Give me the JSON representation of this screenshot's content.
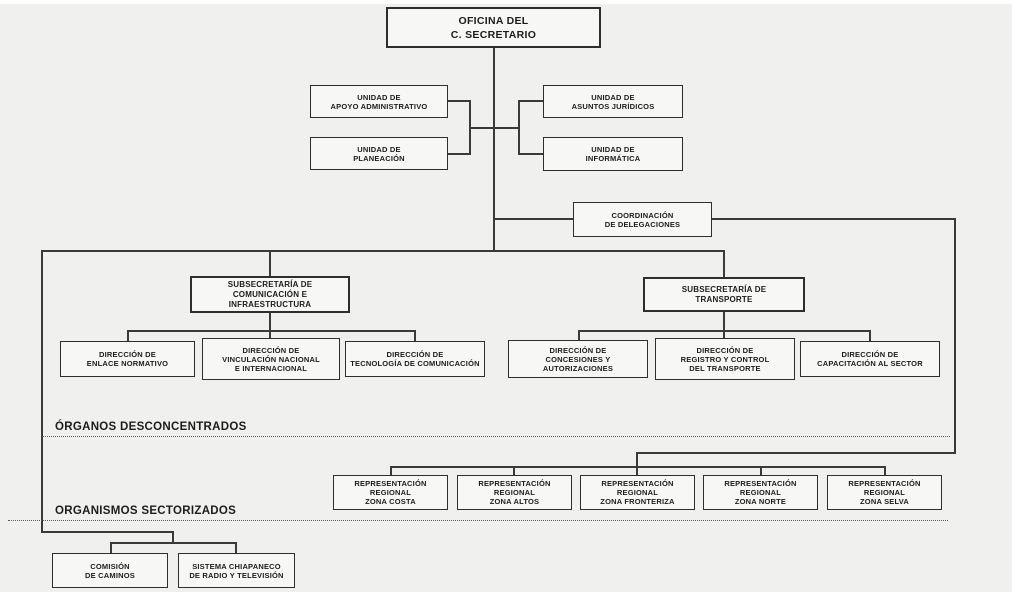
{
  "org": {
    "oficina": "OFICINA DEL\nC. SECRETARIO",
    "unidad_apoyo": "UNIDAD DE\nAPOYO ADMINISTRATIVO",
    "unidad_juridicos": "UNIDAD DE\nASUNTOS JURÍDICOS",
    "unidad_planeacion": "UNIDAD DE\nPLANEACIÓN",
    "unidad_informatica": "UNIDAD DE\nINFORMÁTICA",
    "coordinacion_delegaciones": "COORDINACIÓN\nDE DELEGACIONES",
    "subsecretaria_comunicacion": "SUBSECRETARÍA DE\nCOMUNICACIÓN E\nINFRAESTRUCTURA",
    "subsecretaria_transporte": "SUBSECRETARÍA DE\nTRANSPORTE",
    "dir_enlace_normativo": "DIRECCIÓN DE\nENLACE NORMATIVO",
    "dir_vinculacion": "DIRECCIÓN DE\nVINCULACIÓN NACIONAL\nE INTERNACIONAL",
    "dir_tecnologia": "DIRECCIÓN DE\nTECNOLOGÍA DE COMUNICACIÓN",
    "dir_concesiones": "DIRECCIÓN DE\nCONCESIONES Y\nAUTORIZACIONES",
    "dir_registro": "DIRECCIÓN DE\nREGISTRO Y CONTROL\nDEL TRANSPORTE",
    "dir_capacitacion": "DIRECCIÓN DE\nCAPACITACIÓN AL SECTOR",
    "rep_costa": "REPRESENTACIÓN\nREGIONAL\nZONA COSTA",
    "rep_altos": "REPRESENTACIÓN\nREGIONAL\nZONA ALTOS",
    "rep_fronteriza": "REPRESENTACIÓN\nREGIONAL\nZONA FRONTERIZA",
    "rep_norte": "REPRESENTACIÓN\nREGIONAL\nZONA NORTE",
    "rep_selva": "REPRESENTACIÓN\nREGIONAL\nZONA SELVA",
    "comision_caminos": "COMISIÓN\nDE CAMINOS",
    "sistema_chiapaneco": "SISTEMA CHIAPANECO\nDE RADIO Y TELEVISIÓN"
  },
  "sections": {
    "organos_desconcentrados": "ÓRGANOS DESCONCENTRADOS",
    "organismos_sectorizados": "ORGANISMOS SECTORIZADOS"
  },
  "colors": {
    "background": "#f0f0ee",
    "box_fill": "#f7f7f5",
    "border": "#2e2e2e",
    "line": "#3a3a3a",
    "text": "#1c1c1c"
  }
}
